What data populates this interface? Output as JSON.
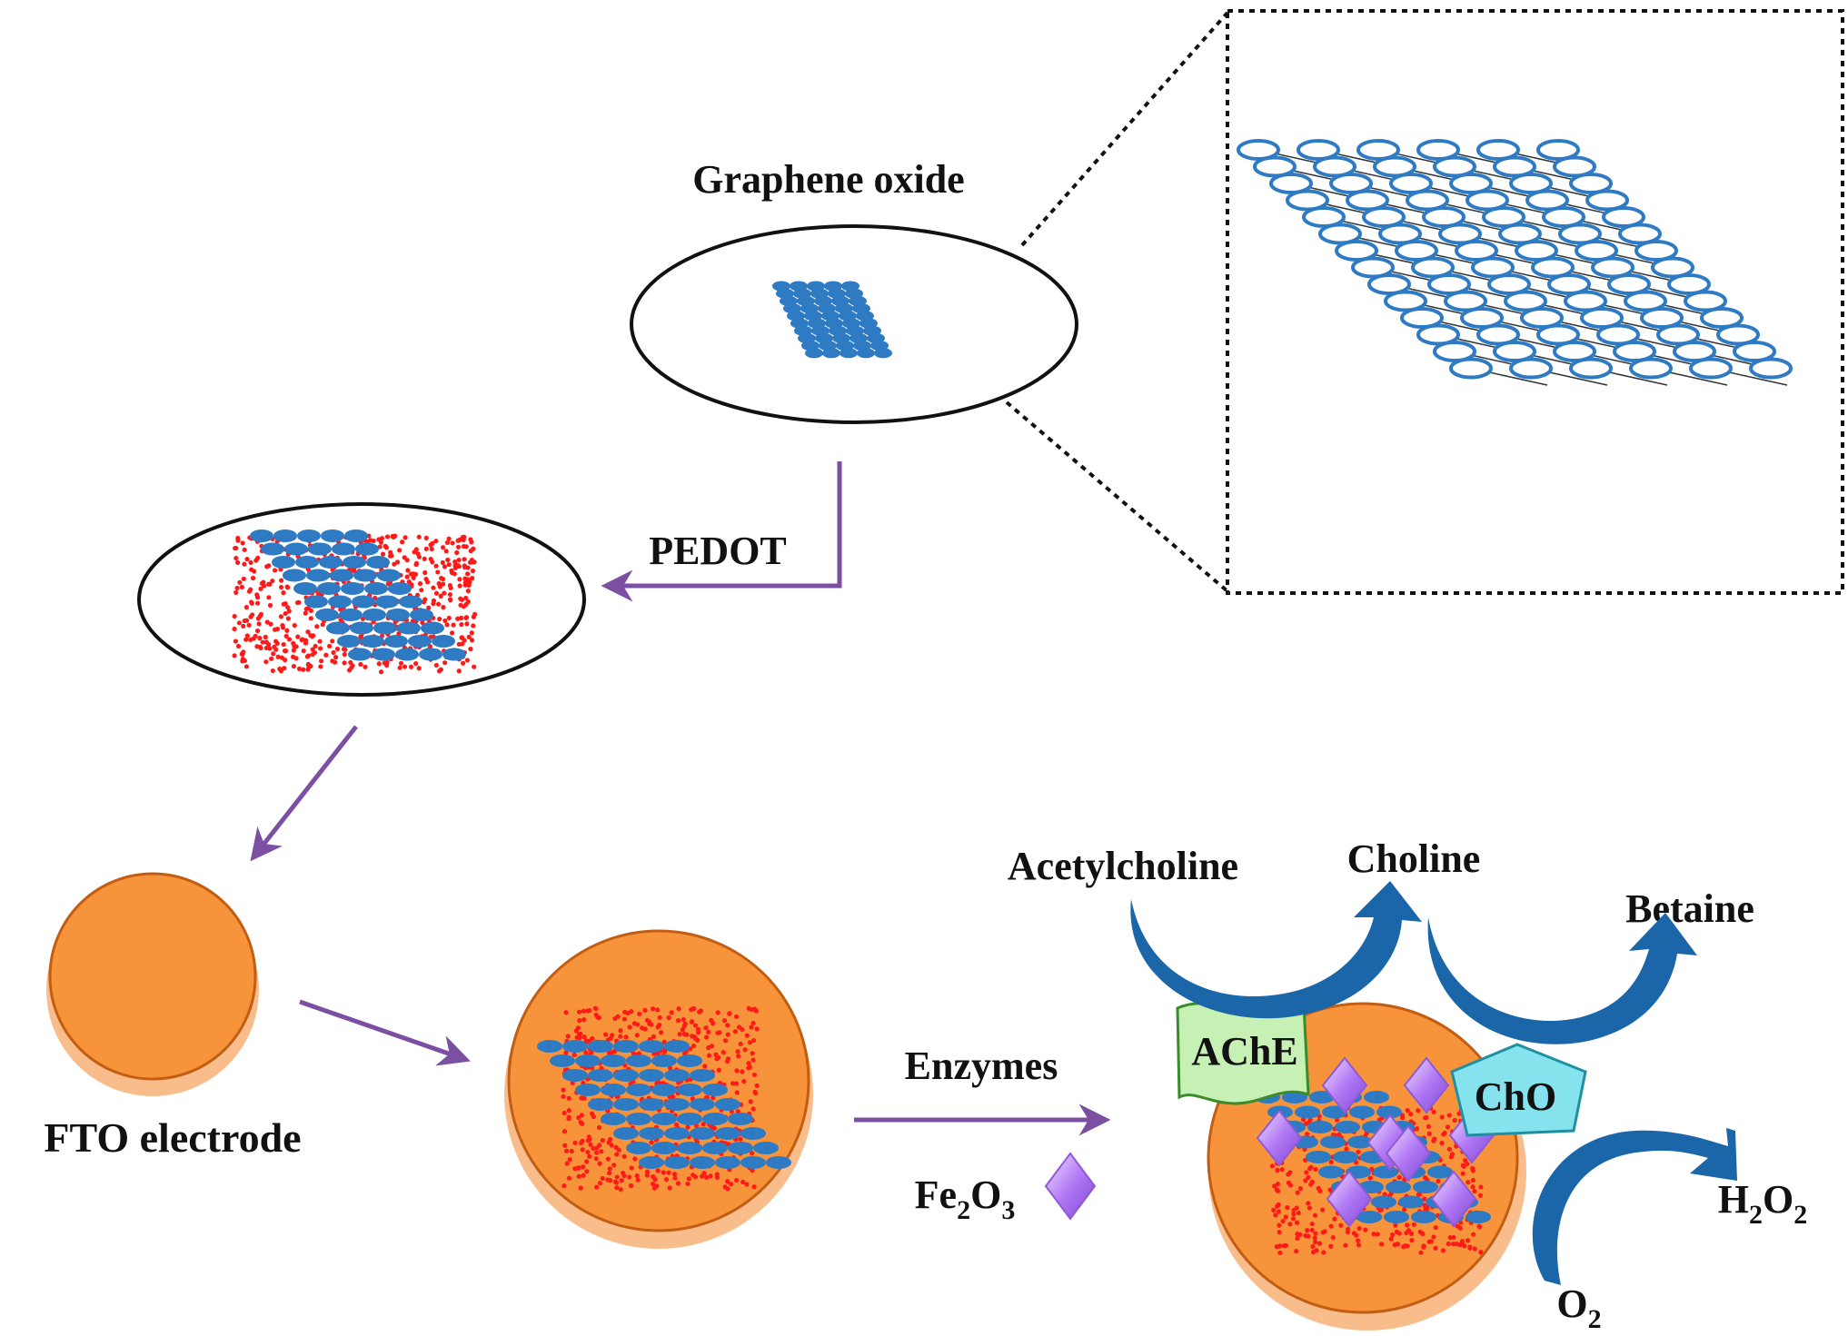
{
  "labels": {
    "graphene_oxide": "Graphene oxide",
    "pedot": "PEDOT",
    "fto_electrode": "FTO electrode",
    "enzymes": "Enzymes",
    "fe2o3": {
      "main_1": "Fe",
      "sub_1": "2",
      "main_2": "O",
      "sub_2": "3"
    },
    "acetylcholine": "Acetylcholine",
    "choline": "Choline",
    "betaine": "Betaine",
    "ache": "AChE",
    "cho": "ChO",
    "h2o2": {
      "main_1": "H",
      "sub_1": "2",
      "main_2": "O",
      "sub_2": "2"
    },
    "o2": {
      "main": "O",
      "sub": "2"
    }
  },
  "colors": {
    "arrow_purple": "#7b4fa1",
    "electrode_orange": "#f7933a",
    "electrode_rim": "#f9bd8c",
    "pedot_red": "#ff1a1a",
    "graphene_blue": "#2e7bc4",
    "enzyme_arrow_blue": "#1a66a8",
    "ache_green": "#c7f0b4",
    "cho_cyan": "#86e3ee",
    "fe2o3_violet": "#b070f0"
  }
}
